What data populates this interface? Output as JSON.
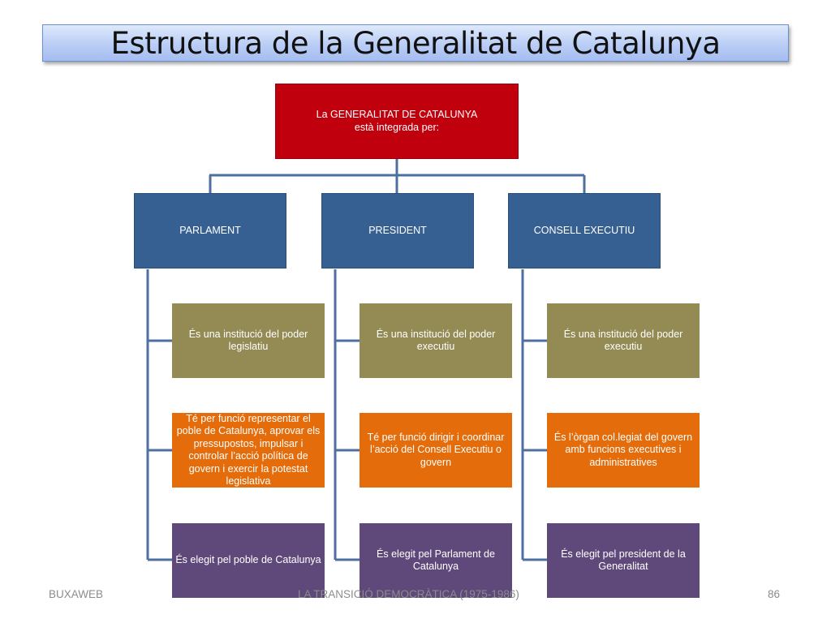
{
  "title": "Estructura de la Generalitat de Catalunya",
  "colors": {
    "root": "#c0000c",
    "level1": "#376092",
    "description": "#948a54",
    "function": "#e46c0a",
    "election": "#5f497a",
    "connector": "#4f6fa0"
  },
  "root": {
    "line1": "La GENERALITAT DE CATALUNYA",
    "line2": "està integrada per:"
  },
  "institutions": [
    {
      "name": "PARLAMENT",
      "description": "És una institució del poder legislatiu",
      "function": "Té per funció representar el poble de Catalunya, aprovar els pressupostos, impulsar i controlar l’acció política de govern i exercir la  potestat legislativa",
      "election": "És elegit pel poble de Catalunya"
    },
    {
      "name": "PRESIDENT",
      "description": "És una institució del poder executiu",
      "function": "Té per funció dirigir i coordinar l’acció del Consell Executiu o govern",
      "election": "És elegit pel Parlament de Catalunya"
    },
    {
      "name": "CONSELL EXECUTIU",
      "description": "És una institució del poder executiu",
      "function": "És l’òrgan col.legiat del govern amb funcions executives i administratives",
      "election": "És elegit pel president de la Generalitat"
    }
  ],
  "footer": {
    "left": "BUXAWEB",
    "center": "LA TRANSICIÓ DEMOCRÀTICA (1975-1986)",
    "page": "86"
  }
}
